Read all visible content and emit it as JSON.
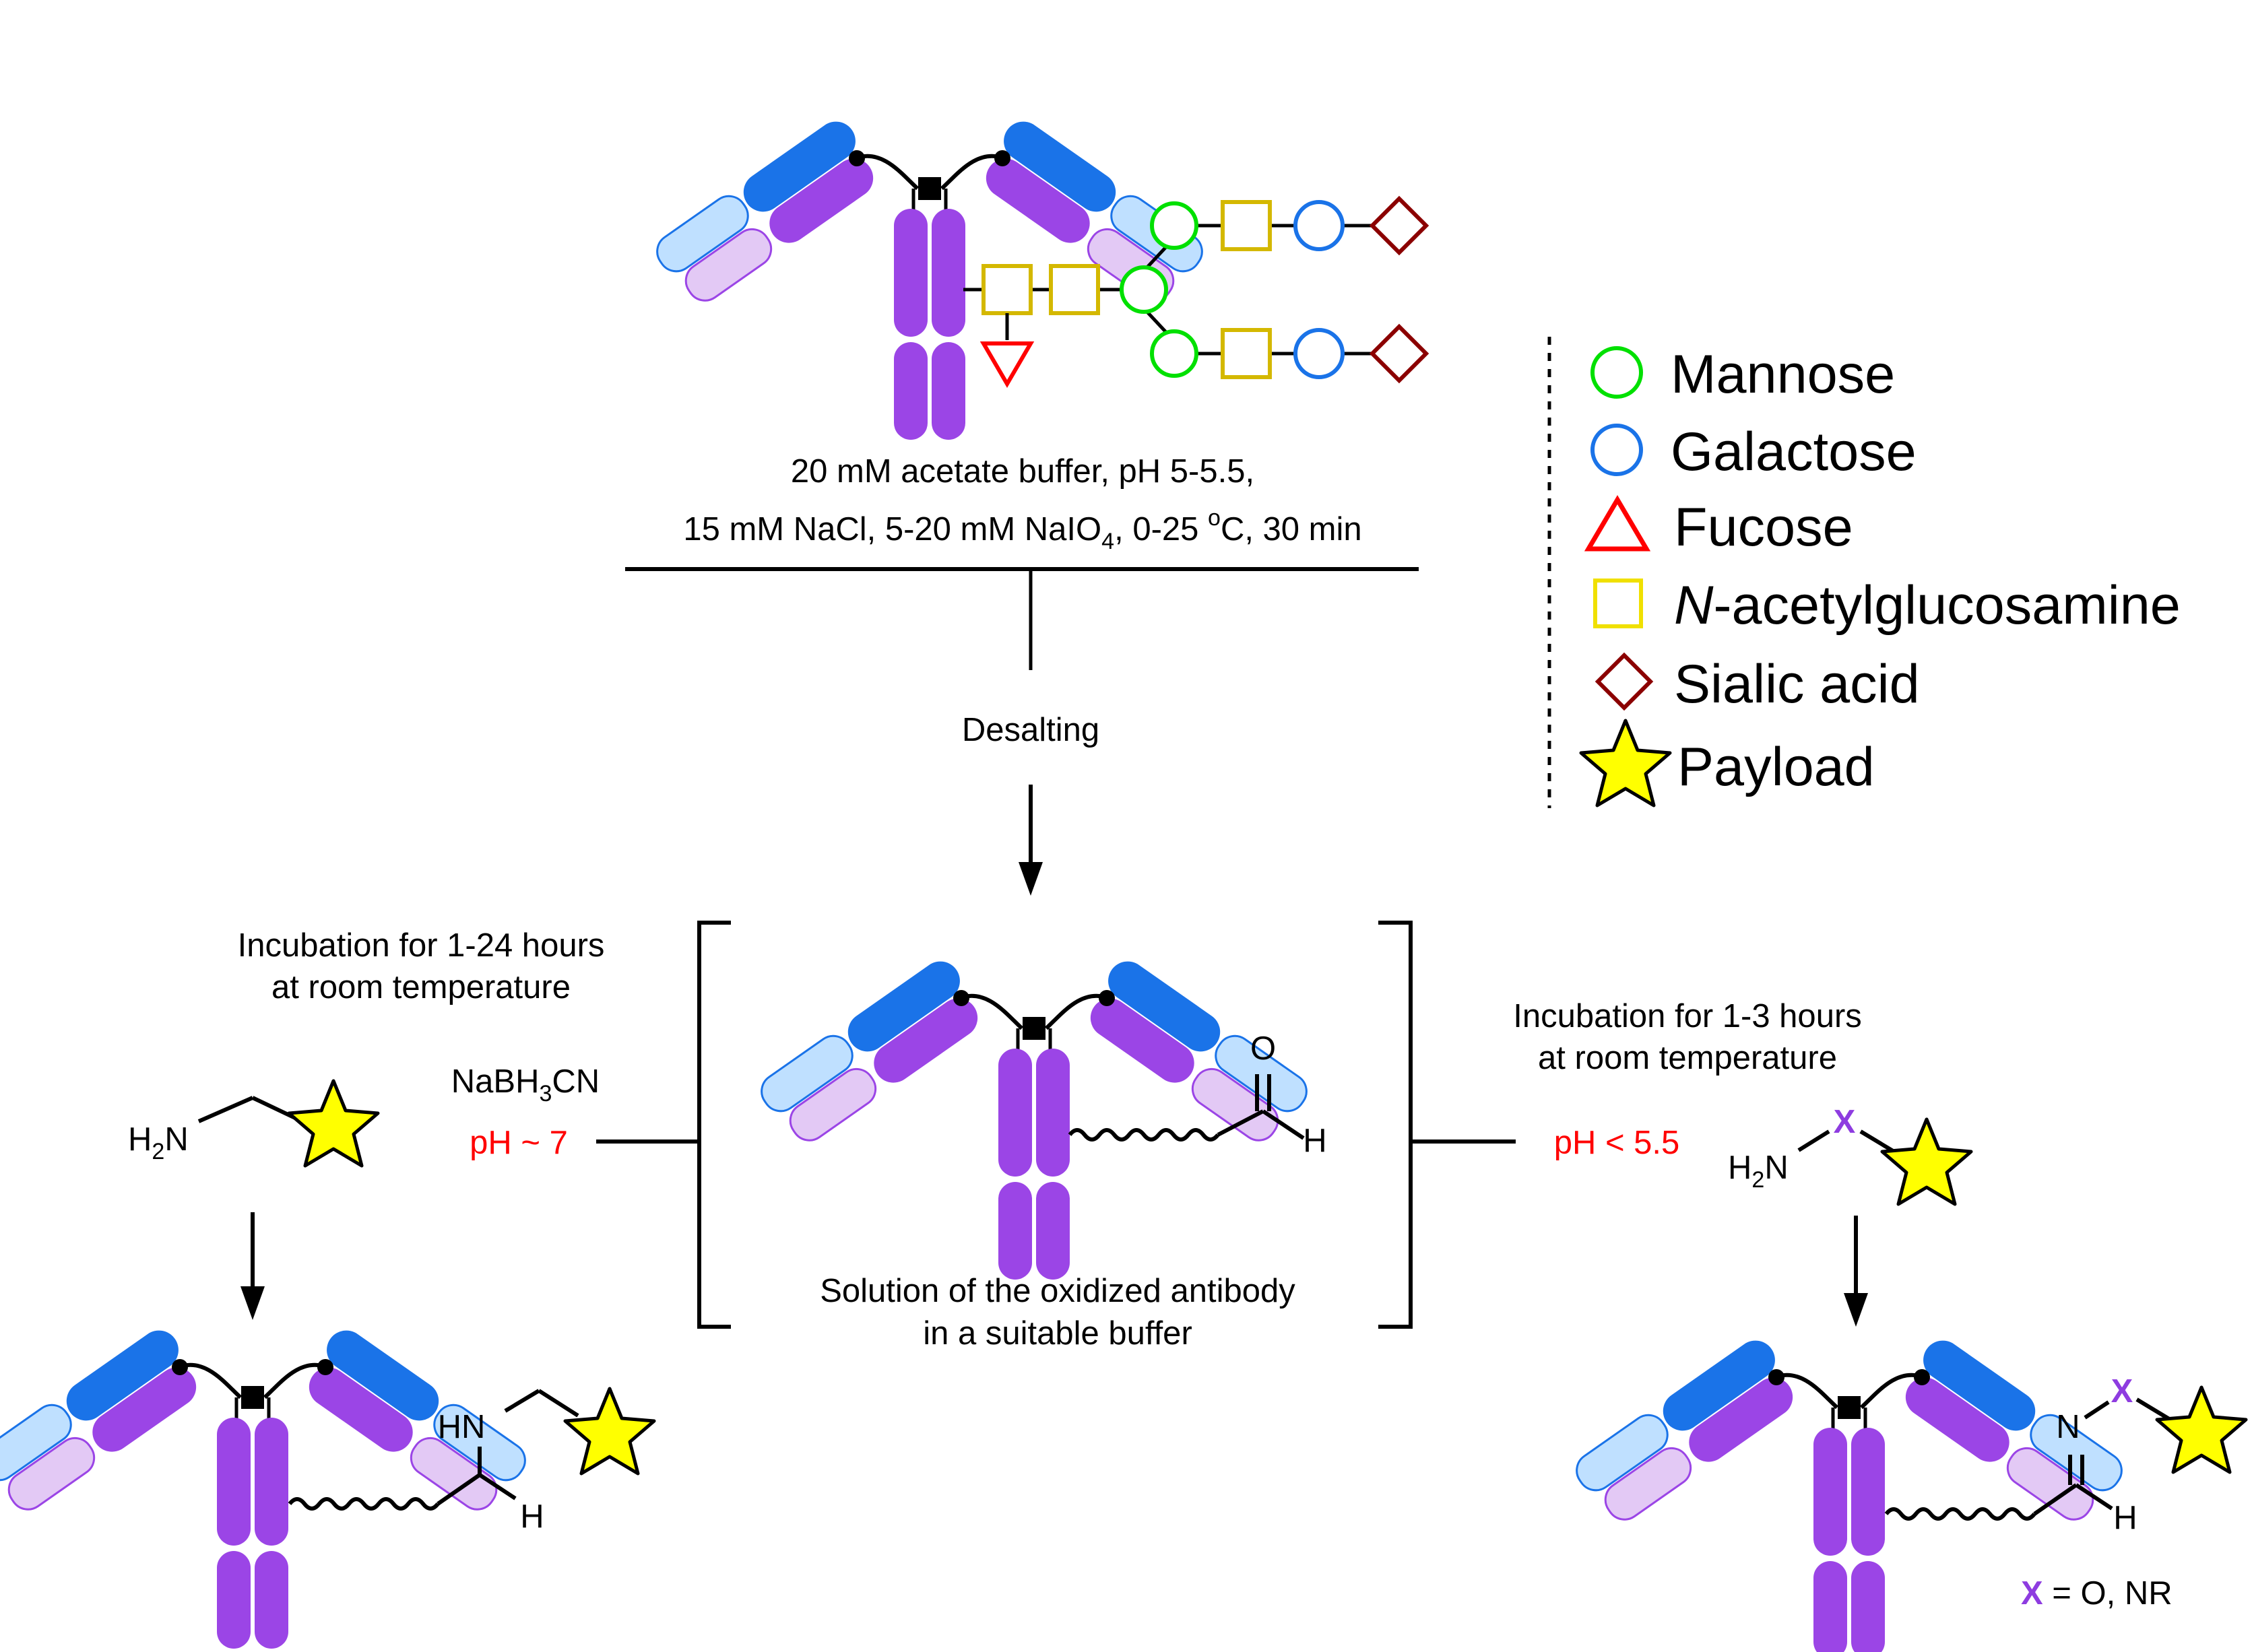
{
  "oxidation_conditions": {
    "line1": "20 mM acetate buffer, pH 5-5.5,",
    "line2_a": "15 mM NaCl, 5-20 mM NaIO",
    "line2_sub": "4",
    "line2_b": ", 0-25 ",
    "line2_sup": "o",
    "line2_c": "C, 30 min"
  },
  "desalting": "Desalting",
  "center_caption": {
    "line1": "Solution of the oxidized antibody",
    "line2": "in a suitable buffer"
  },
  "aldehyde": {
    "o": "O",
    "h": "H"
  },
  "left_branch": {
    "incubation_line1": "Incubation for 1-24 hours",
    "incubation_line2": "at room temperature",
    "reagent_a": "NaBH",
    "reagent_sub": "3",
    "reagent_b": "CN",
    "ph": "pH ~ 7",
    "amine_h": "H",
    "amine_sub": "2",
    "amine_n": "N",
    "product_hn": "HN",
    "product_h": "H"
  },
  "right_branch": {
    "incubation_line1": "Incubation for 1-3 hours",
    "incubation_line2": "at room temperature",
    "ph": "pH < 5.5",
    "amine_h": "H",
    "amine_sub": "2",
    "amine_n": "N",
    "x_label": "X",
    "product_n": "N",
    "product_x": "X",
    "product_h": "H",
    "x_def_x": "X",
    "x_def_rest": " = O, NR"
  },
  "legend": {
    "items": [
      {
        "label": "Mannose",
        "icon": "mannose-circle-icon",
        "color": "#00e000"
      },
      {
        "label": "Galactose",
        "icon": "galactose-circle-icon",
        "color": "#1a73e8"
      },
      {
        "label": "Fucose",
        "icon": "fucose-triangle-icon",
        "color": "#ff0000"
      },
      {
        "label_italic": "N",
        "label": "-acetylglucosamine",
        "icon": "glcnac-square-icon",
        "color": "#f0e000"
      },
      {
        "label": "Sialic acid",
        "icon": "sialic-acid-diamond-icon",
        "color": "#8b0000"
      },
      {
        "label": "Payload",
        "icon": "payload-star-icon",
        "color": "#ffff00"
      }
    ]
  },
  "colors": {
    "heavy_chain": "#9b45e6",
    "light_chain_dark": "#1a73e8",
    "light_chain_light": "#bfe0ff",
    "light_tip": "#e3c9f5",
    "glcnac": "#d4b800",
    "sialic": "#8b0000",
    "payload": "#ffff00"
  }
}
